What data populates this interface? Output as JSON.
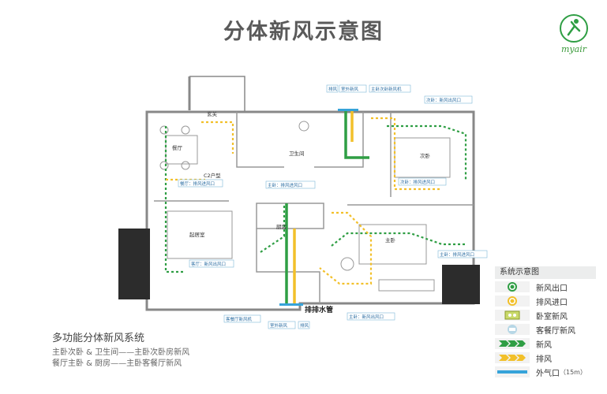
{
  "header": {
    "title": "分体新风示意图",
    "logo_text": "myair"
  },
  "rooms": {
    "entrance": "玄关",
    "dining": "餐厅",
    "unit_type": "C2户型",
    "living": "起居室",
    "bathroom": "卫生间",
    "kitchen": "厨房",
    "second_bedroom": "次卧",
    "master_bedroom": "主卧"
  },
  "callouts": {
    "exhaust_top": "排风",
    "outdoor_top": "室外新风",
    "master_second_unit": "主卧次卧新风机",
    "second_supply": "次卧：新风出风口",
    "second_exhaust": "次卧：排风进风口",
    "master_bath_exhaust": "主卧：排风进风口",
    "dining_exhaust": "餐厅：排风进风口",
    "living_supply": "客厅：新风出风口",
    "living_dining_unit": "客餐厅新风机",
    "drain": "排排水管",
    "outdoor_bottom": "室外新风",
    "exhaust_bottom": "排风",
    "master_supply": "主卧：新风出风口",
    "master_exhaust": "主卧：排风进风口"
  },
  "system": {
    "title": "多功能分体新风系统",
    "line1": "主卧次卧 & 卫生间——主卧次卧房新风",
    "line2": "餐厅主卧 & 厨房——主卧客餐厅新风"
  },
  "legend": {
    "title": "系统示意图",
    "items": [
      {
        "icon": "supply-outlet-icon",
        "label": "新风出口"
      },
      {
        "icon": "exhaust-inlet-icon",
        "label": "排风进口"
      },
      {
        "icon": "bedroom-unit-icon",
        "label": "卧室新风"
      },
      {
        "icon": "living-unit-icon",
        "label": "客餐厅新风"
      },
      {
        "icon": "fresh-air-arrow-icon",
        "label": "新风"
      },
      {
        "icon": "exhaust-arrow-icon",
        "label": "排风"
      },
      {
        "icon": "outdoor-vent-icon",
        "label": "外气口",
        "note": "（15m）"
      }
    ]
  },
  "colors": {
    "fresh_air": "#2f9e44",
    "exhaust": "#f2c02a",
    "outdoor": "#36a3d9",
    "wall": "#888888"
  }
}
